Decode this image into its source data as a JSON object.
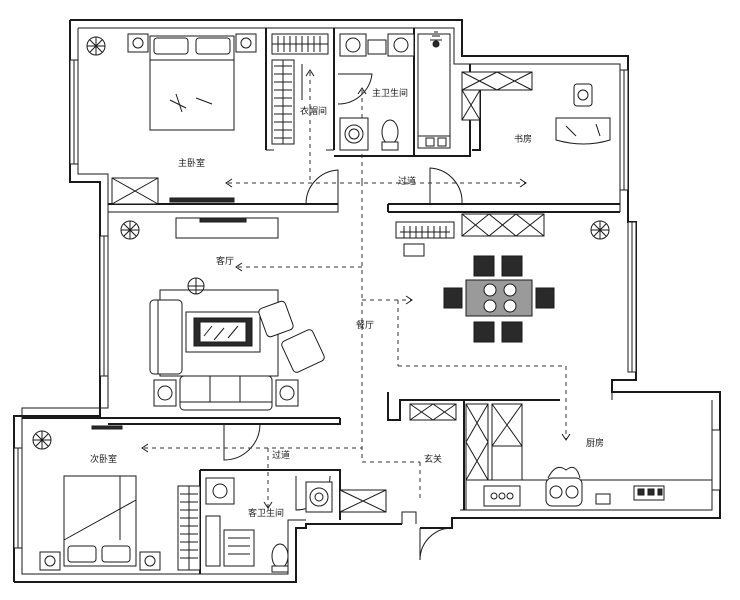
{
  "rooms": {
    "master_bedroom": "主卧室",
    "wardrobe": "衣帽间",
    "master_bath": "主卫生间",
    "study": "书房",
    "corridor": "过道",
    "living_room": "客厅",
    "dining": "餐厅",
    "second_bedroom": "次卧室",
    "corridor2": "过道",
    "guest_bath": "客卫生间",
    "entrance": "玄关",
    "kitchen": "厨房"
  }
}
